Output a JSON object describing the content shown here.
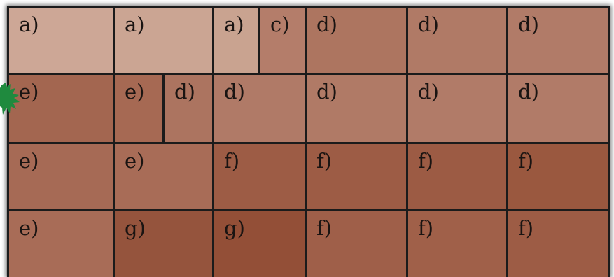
{
  "rows": [
    [
      {
        "label": "a)",
        "color": "#cda796"
      },
      {
        "label": "a)",
        "color": "#cba593"
      },
      {
        "label": "a)",
        "color": "#c9a390"
      },
      {
        "label": "c)",
        "color": "#b47d6a"
      },
      {
        "label": "d)",
        "color": "#ad7560"
      },
      {
        "label": "d)",
        "color": "#b07a66"
      },
      {
        "label": "d)",
        "color": "#b17b68"
      }
    ],
    [
      {
        "label": "e)",
        "color": "#a36650"
      },
      {
        "label": "e)",
        "color": "#a66953"
      },
      {
        "label": "d)",
        "color": "#ac7460"
      },
      {
        "label": "d)",
        "color": "#b07a67"
      },
      {
        "label": "d)",
        "color": "#b07a66"
      },
      {
        "label": "d)",
        "color": "#b17b68"
      },
      {
        "label": "d)",
        "color": "#b17b68"
      }
    ],
    [
      {
        "label": "e)",
        "color": "#a66a55"
      },
      {
        "label": "e)",
        "color": "#a86c57"
      },
      {
        "label": "f)",
        "color": "#9d5c45"
      },
      {
        "label": "f)",
        "color": "#9d5c45"
      },
      {
        "label": "f)",
        "color": "#9c5b44"
      },
      {
        "label": "f)",
        "color": "#9a583f"
      }
    ],
    [
      {
        "label": "e)",
        "color": "#a86c57"
      },
      {
        "label": "g)",
        "color": "#95543d"
      },
      {
        "label": "g)",
        "color": "#934f37"
      },
      {
        "label": "f)",
        "color": "#9f5f49"
      },
      {
        "label": "f)",
        "color": "#a06049"
      },
      {
        "label": "f)",
        "color": "#9d5c45"
      }
    ]
  ],
  "splat_color": "#1f8a3e"
}
